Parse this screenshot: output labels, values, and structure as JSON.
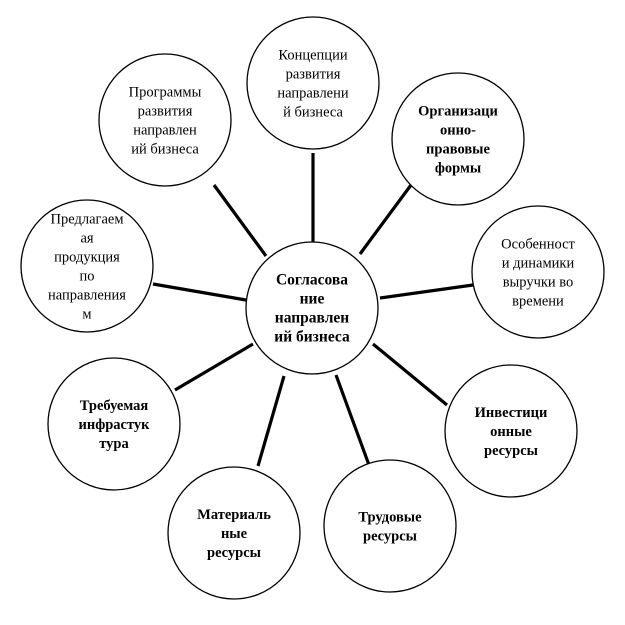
{
  "center": {
    "lines": [
      "Согласова",
      "ние",
      "направлен",
      "ий бизнеса"
    ]
  },
  "nodes": [
    {
      "id": "concept",
      "lines": [
        "Концепции",
        "развития",
        "направлени",
        "й бизнеса"
      ],
      "bold": false
    },
    {
      "id": "orgforms",
      "lines": [
        "Организаци",
        "онно-",
        "правовые",
        "формы"
      ],
      "bold": true
    },
    {
      "id": "revenue",
      "lines": [
        "Особенност",
        "и динамики",
        "выручки во",
        "времени"
      ],
      "bold": false
    },
    {
      "id": "invest",
      "lines": [
        "Инвестици",
        "онные",
        "ресурсы"
      ],
      "bold": true
    },
    {
      "id": "labor",
      "lines": [
        "Трудовые",
        "ресурсы"
      ],
      "bold": true
    },
    {
      "id": "material",
      "lines": [
        "Материаль",
        "ные",
        "ресурсы"
      ],
      "bold": true
    },
    {
      "id": "infra",
      "lines": [
        "Требуемая",
        "инфрастук",
        "тура"
      ],
      "bold": true
    },
    {
      "id": "products",
      "lines": [
        "Предлагаем",
        "ая",
        "продукция",
        "по",
        "направления",
        "м"
      ],
      "bold": false
    },
    {
      "id": "programs",
      "lines": [
        "Программы",
        "развития",
        "направлен",
        "ий бизнеса"
      ],
      "bold": false
    }
  ]
}
